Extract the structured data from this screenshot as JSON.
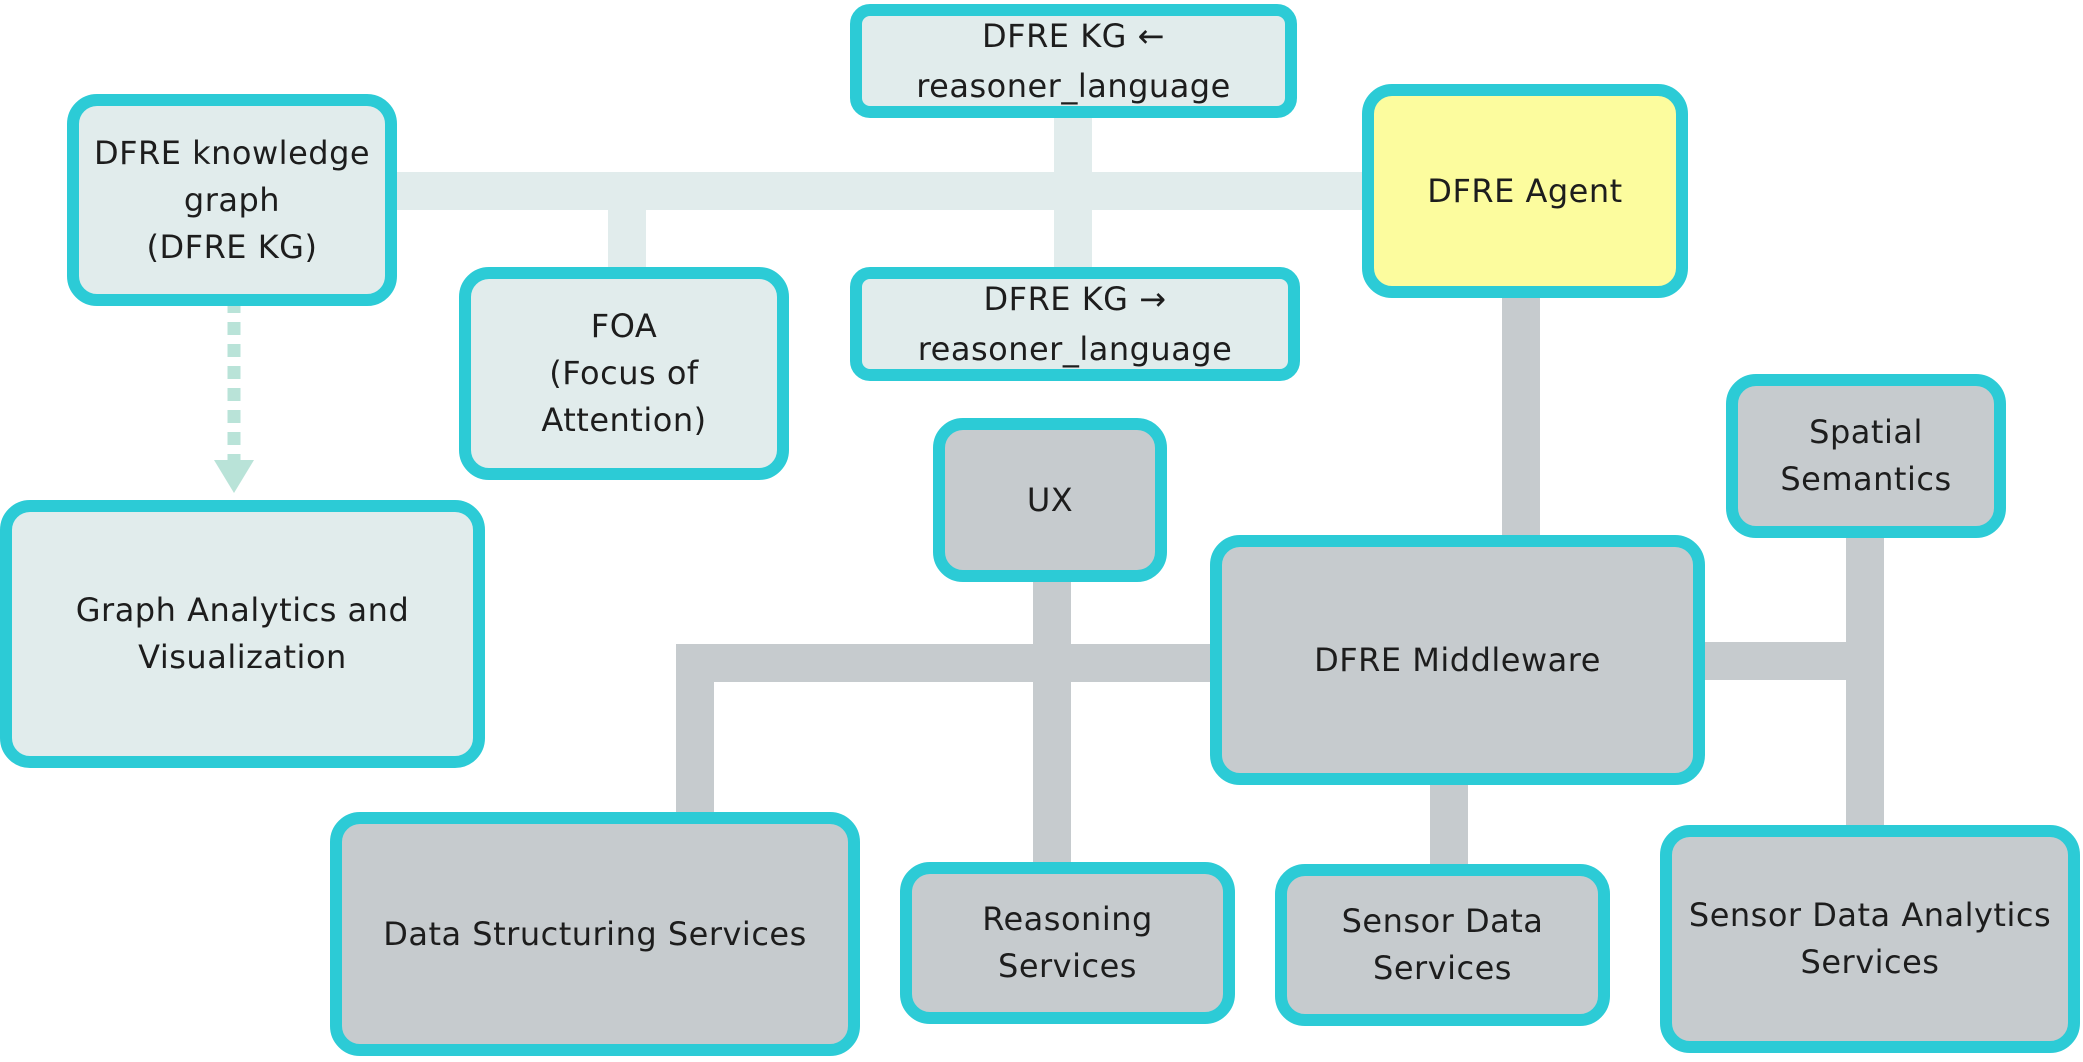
{
  "colors": {
    "border": "#2ccbd6",
    "light_fill": "#e1ecec",
    "grey_fill": "#c6cbce",
    "agent_fill": "#fcfc9e",
    "dotted_arrow": "#b9e3d8"
  },
  "nodes": {
    "kg_from_reasoner": {
      "label": "DFRE KG ←\nreasoner_language"
    },
    "knowledge_graph": {
      "label": "DFRE knowledge\ngraph\n(DFRE KG)"
    },
    "agent": {
      "label": "DFRE Agent"
    },
    "foa": {
      "label": "FOA\n(Focus of\nAttention)"
    },
    "kg_to_reasoner": {
      "label": "DFRE KG →\nreasoner_language"
    },
    "ux": {
      "label": "UX"
    },
    "spatial_semantics": {
      "label": "Spatial\nSemantics"
    },
    "graph_analytics": {
      "label": "Graph Analytics and\nVisualization"
    },
    "middleware": {
      "label": "DFRE Middleware"
    },
    "data_structuring": {
      "label": "Data Structuring Services"
    },
    "reasoning": {
      "label": "Reasoning\nServices"
    },
    "sensor_data": {
      "label": "Sensor Data\nServices"
    },
    "sensor_analytics": {
      "label": "Sensor Data Analytics\nServices"
    }
  }
}
